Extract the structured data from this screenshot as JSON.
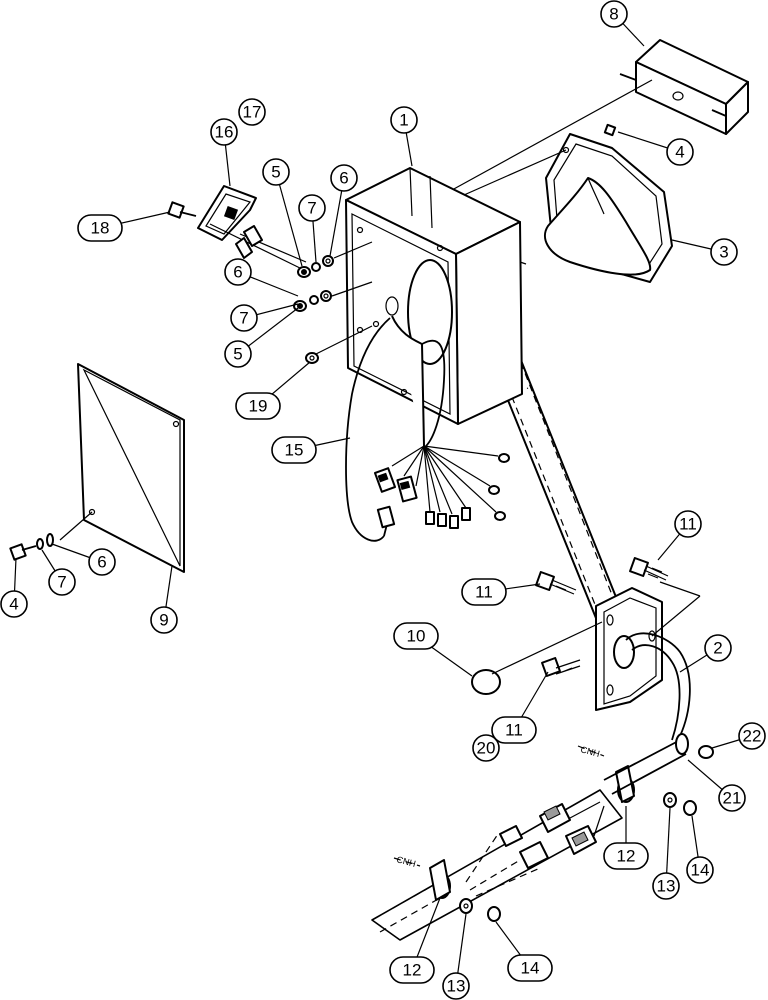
{
  "diagram": {
    "callouts": [
      "8",
      "17",
      "16",
      "1",
      "4",
      "5",
      "6",
      "7",
      "18",
      "3",
      "6",
      "7",
      "5",
      "19",
      "15",
      "9",
      "4",
      "7",
      "6",
      "11",
      "11",
      "10",
      "2",
      "11",
      "20",
      "22",
      "21",
      "12",
      "13",
      "14",
      "12",
      "13",
      "14"
    ],
    "cable_tag": "CNH"
  },
  "colors": {
    "line": "#000000",
    "background": "#ffffff",
    "shade": "#9a9a9a"
  }
}
